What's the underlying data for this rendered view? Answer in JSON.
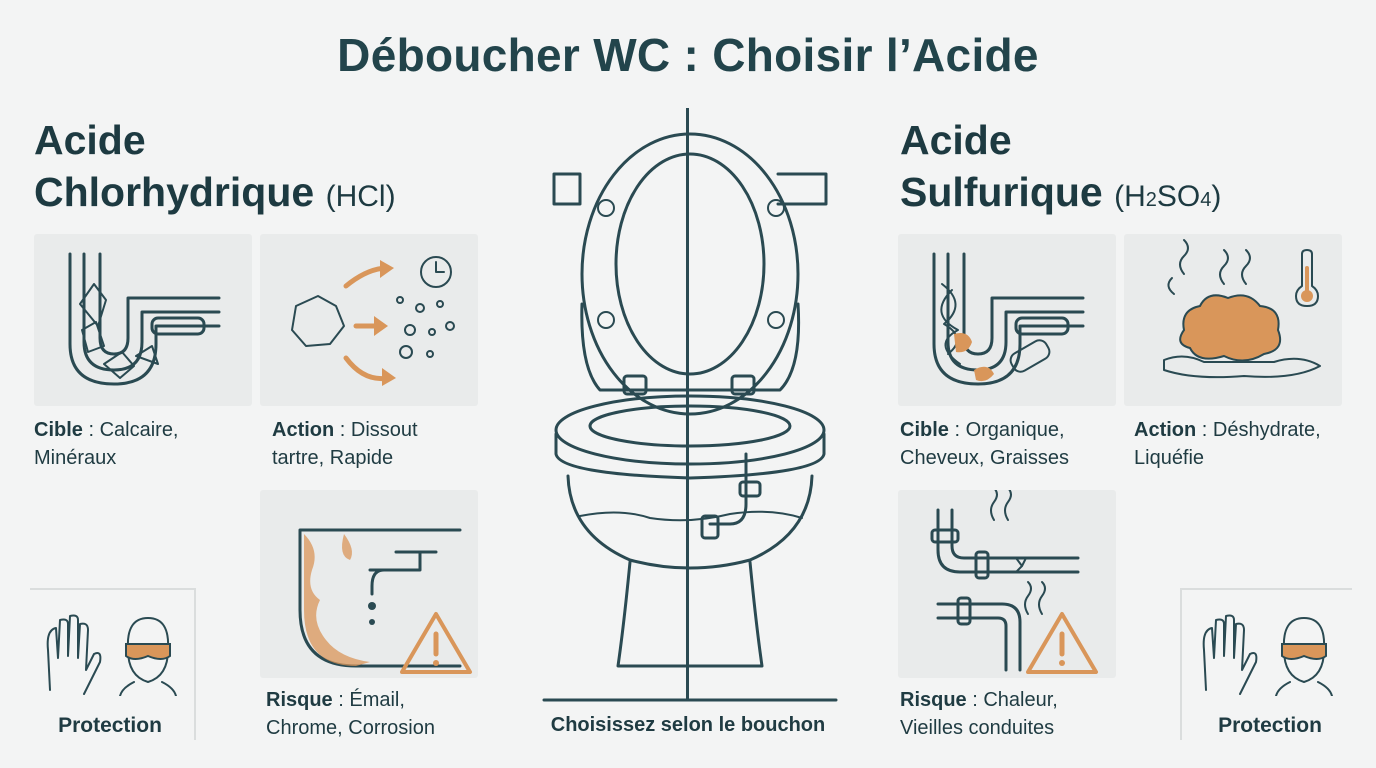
{
  "title": "Déboucher WC : Choisir l’Acide",
  "colors": {
    "ink": "#22444b",
    "accent": "#d9965a",
    "panel": "#e9ebeb",
    "background": "#f3f4f4"
  },
  "left": {
    "heading_line1": "Acide",
    "heading_line2": "Chlorhydrique",
    "formula": "(HCl)",
    "target": {
      "label": "Cible",
      "text_line1": " : Calcaire,",
      "text_line2": "Minéraux"
    },
    "action": {
      "label": "Action",
      "text_line1": " : Dissout",
      "text_line2": "tartre, Rapide"
    },
    "risk": {
      "label": "Risque",
      "text_line1": " : Émail,",
      "text_line2": "Chrome, Corrosion"
    },
    "protection": "Protection"
  },
  "right": {
    "heading_line1": "Acide",
    "heading_line2": "Sulfurique",
    "formula_prefix": "(H",
    "formula_sub1": "2",
    "formula_mid": "SO",
    "formula_sub2": "4",
    "formula_suffix": ")",
    "target": {
      "label": "Cible",
      "text_line1": " : Organique,",
      "text_line2": "Cheveux, Graisses"
    },
    "action": {
      "label": "Action",
      "text_line1": " : Déshydrate,",
      "text_line2": "Liquéfie"
    },
    "risk": {
      "label": "Risque",
      "text_line1": " : Chaleur,",
      "text_line2": "Vieilles conduites"
    },
    "protection": "Protection"
  },
  "center_caption": "Choisissez selon le bouchon",
  "icons": [
    "limescale-pipe-icon",
    "dissolve-clock-icon",
    "corroded-faucet-icon",
    "warning-icon",
    "gloves-icon",
    "goggles-face-icon",
    "clogged-hair-pipe-icon",
    "grease-heat-icon",
    "thermometer-icon",
    "cracked-hot-pipe-icon",
    "toilet-icon"
  ]
}
